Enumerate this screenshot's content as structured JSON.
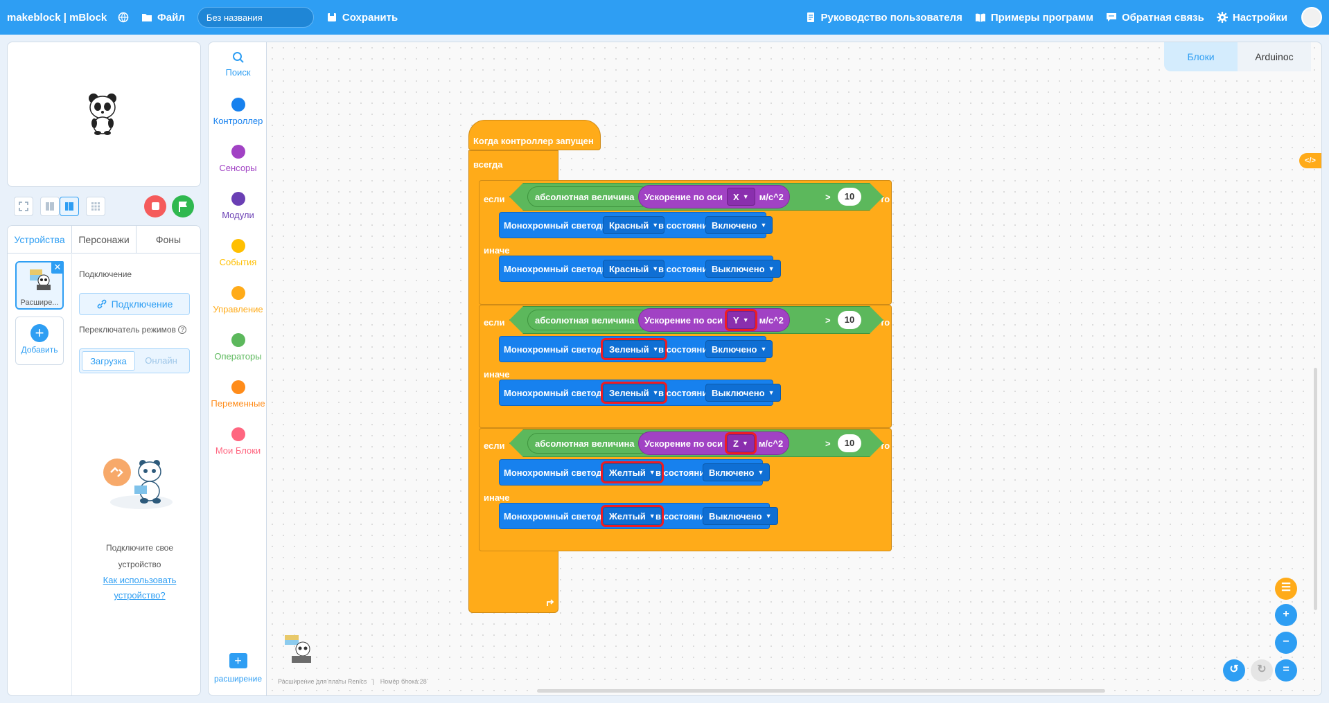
{
  "topbar": {
    "logo": "makeblock | mBlock",
    "file": "Файл",
    "project_name": "Без названия",
    "save": "Сохранить",
    "guide": "Руководство пользователя",
    "examples": "Примеры программ",
    "feedback": "Обратная связь",
    "settings": "Настройки"
  },
  "left_panel": {
    "tabs": [
      "Устройства",
      "Персонажи",
      "Фоны"
    ],
    "device_label": "Расшире...",
    "add_label": "Добавить",
    "connection_title": "Подключение",
    "connect_button": "Подключение",
    "mode_switch_title": "Переключатель режимов",
    "mode_upload": "Загрузка",
    "mode_online": "Онлайн",
    "help_line1": "Подключите свое",
    "help_line2": "устройство",
    "help_link1": "Как использовать",
    "help_link2": "устройство?"
  },
  "categories": [
    {
      "label": "Поиск",
      "color": "#2e9ef3"
    },
    {
      "label": "Контроллер",
      "color": "#1781ee"
    },
    {
      "label": "Сенсоры",
      "color": "#a142c4"
    },
    {
      "label": "Модули",
      "color": "#6a3fb4"
    },
    {
      "label": "События",
      "color": "#ffbf00"
    },
    {
      "label": "Управление",
      "color": "#ffab19"
    },
    {
      "label": "Операторы",
      "color": "#5cb85c"
    },
    {
      "label": "Переменные",
      "color": "#ff8c1a"
    },
    {
      "label": "Мои Блоки",
      "color": "#ff6680"
    }
  ],
  "extension_label": "расширение",
  "workspace": {
    "tab_blocks": "Блоки",
    "tab_code": "Arduinoc",
    "status_left": "Расширение для платы Renics",
    "status_right": "Номер блока:28"
  },
  "script": {
    "hat": "Когда контроллер запущен",
    "forever": "всегда",
    "if": "если",
    "then": "то",
    "else": "иначе",
    "abs": "абсолютная величина",
    "accel": "Ускорение по оси",
    "unit": "м/с^2",
    "gt": ">",
    "led": "Монохромный светодиод",
    "state": "в состоянии",
    "on": "Включено",
    "off": "Выключено",
    "blocks": [
      {
        "axis": "X",
        "threshold": "10",
        "color": "Красный"
      },
      {
        "axis": "Y",
        "threshold": "10",
        "color": "Зеленый"
      },
      {
        "axis": "Z",
        "threshold": "10",
        "color": "Желтый"
      }
    ]
  }
}
